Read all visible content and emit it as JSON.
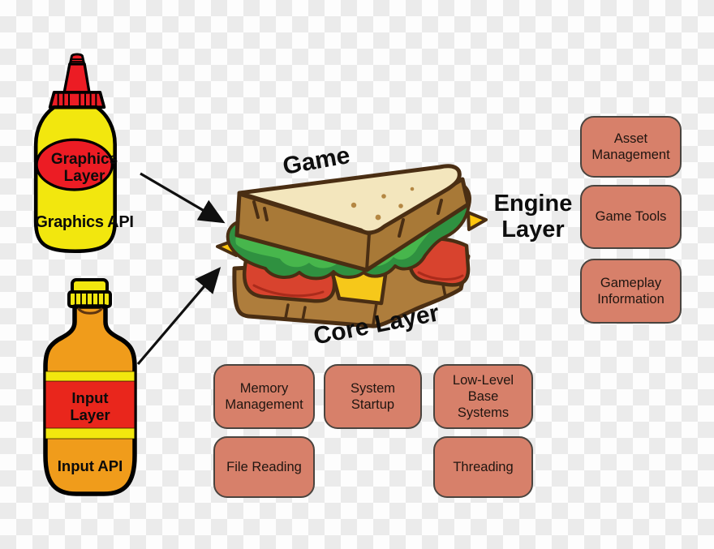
{
  "background": {
    "checker_light": "#fdfdfd",
    "checker_dark": "#ebebeb"
  },
  "bottles": {
    "graphics": {
      "badge_lines": [
        "Graphics",
        "Layer"
      ],
      "caption": "Graphics API",
      "body_color": "#F2E70E",
      "accent_color": "#EC1C24",
      "outline_color": "#000000"
    },
    "input": {
      "badge_lines": [
        "Input",
        "Layer"
      ],
      "caption": "Input API",
      "body_color": "#F09C1B",
      "accent_color": "#E9261C",
      "stripe_color": "#F2E70E",
      "cap_color": "#F2E70E",
      "outline_color": "#000000"
    }
  },
  "sandwich": {
    "top_label": "Game",
    "right_label_lines": [
      "Engine",
      "Layer"
    ],
    "bottom_label": "Core Layer",
    "colors": {
      "outline": "#4A2E13",
      "bread_side": "#A87937",
      "bread_bottom": "#AE7D3C",
      "bread_top": "#F3E6BD",
      "speckle": "#B48743",
      "lettuce_dark": "#2F9140",
      "lettuce_light": "#47B64C",
      "tomato": "#D8432E",
      "tomato_shade": "#AA2B1B",
      "cheese": "#FFC60D",
      "cheese_front": "#F6C81A"
    }
  },
  "connectors": [
    {
      "from": "Graphics API bottle",
      "to": "sandwich engine layer"
    },
    {
      "from": "Input API bottle",
      "to": "sandwich core layer"
    }
  ],
  "engine_boxes": [
    {
      "lines": [
        "Asset",
        "Management"
      ]
    },
    {
      "lines": [
        "Game Tools"
      ]
    },
    {
      "lines": [
        "Gameplay",
        "Information"
      ]
    }
  ],
  "core_boxes": [
    {
      "lines": [
        "Memory",
        "Management"
      ]
    },
    {
      "lines": [
        "System",
        "Startup"
      ]
    },
    {
      "lines": [
        "Low-Level",
        "Base",
        "Systems"
      ]
    },
    {
      "lines": [
        "File Reading"
      ]
    },
    {
      "lines": [
        "Threading"
      ]
    }
  ],
  "node_style": {
    "fill": "#D7806A",
    "border": "#4A443F",
    "text": "#201510"
  }
}
